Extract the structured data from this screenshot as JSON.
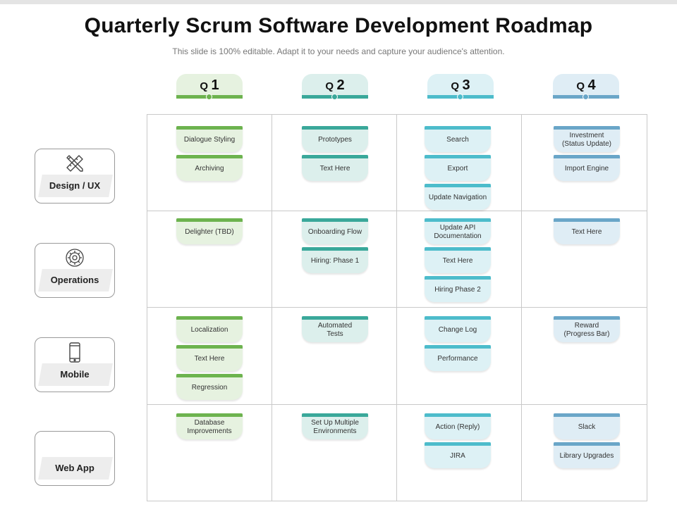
{
  "header": {
    "title": "Quarterly Scrum Software Development Roadmap",
    "subtitle": "This slide is 100% editable. Adapt it to your needs and capture your audience's attention."
  },
  "colors": {
    "q1_bar": "#6db34f",
    "q1_bg": "#e6f2e0",
    "q2_bar": "#3aa89a",
    "q2_bg": "#dcefec",
    "q3_bar": "#4dbccb",
    "q3_bg": "#ddf1f5",
    "q4_bar": "#6aa6c8",
    "q4_bg": "#dfedf5"
  },
  "quarters": [
    {
      "prefix": "Q",
      "number": "1"
    },
    {
      "prefix": "Q",
      "number": "2"
    },
    {
      "prefix": "Q",
      "number": "3"
    },
    {
      "prefix": "Q",
      "number": "4"
    }
  ],
  "categories": [
    {
      "label": "Design / UX",
      "icon": "pencil-ruler-icon"
    },
    {
      "label": "Operations",
      "icon": "gear-cycle-icon"
    },
    {
      "label": "Mobile",
      "icon": "smartphone-icon"
    },
    {
      "label": "Web App",
      "icon": ""
    }
  ],
  "cells": {
    "r0c0": [
      "Dialogue Styling",
      "Archiving"
    ],
    "r0c1": [
      "Prototypes",
      "Text Here"
    ],
    "r0c2": [
      "Search",
      "Export",
      "Update Navigation"
    ],
    "r0c3": [
      "Investment\n(Status Update)",
      "Import Engine"
    ],
    "r1c0": [
      "Delighter (TBD)"
    ],
    "r1c1": [
      "Onboarding Flow",
      "Hiring: Phase 1"
    ],
    "r1c2": [
      "Update API\nDocumentation",
      "Text Here",
      "Hiring Phase 2"
    ],
    "r1c3": [
      "Text Here"
    ],
    "r2c0": [
      "Localization",
      "Text Here",
      "Regression"
    ],
    "r2c1": [
      "Automated\nTests"
    ],
    "r2c2": [
      "Change Log",
      "Performance"
    ],
    "r2c3": [
      "Reward\n(Progress Bar)"
    ],
    "r3c0": [
      "Database\nImprovements"
    ],
    "r3c1": [
      "Set Up Multiple\nEnvironments"
    ],
    "r3c2": [
      "Action (Reply)",
      "JIRA"
    ],
    "r3c3": [
      "Slack",
      "Library Upgrades"
    ]
  }
}
